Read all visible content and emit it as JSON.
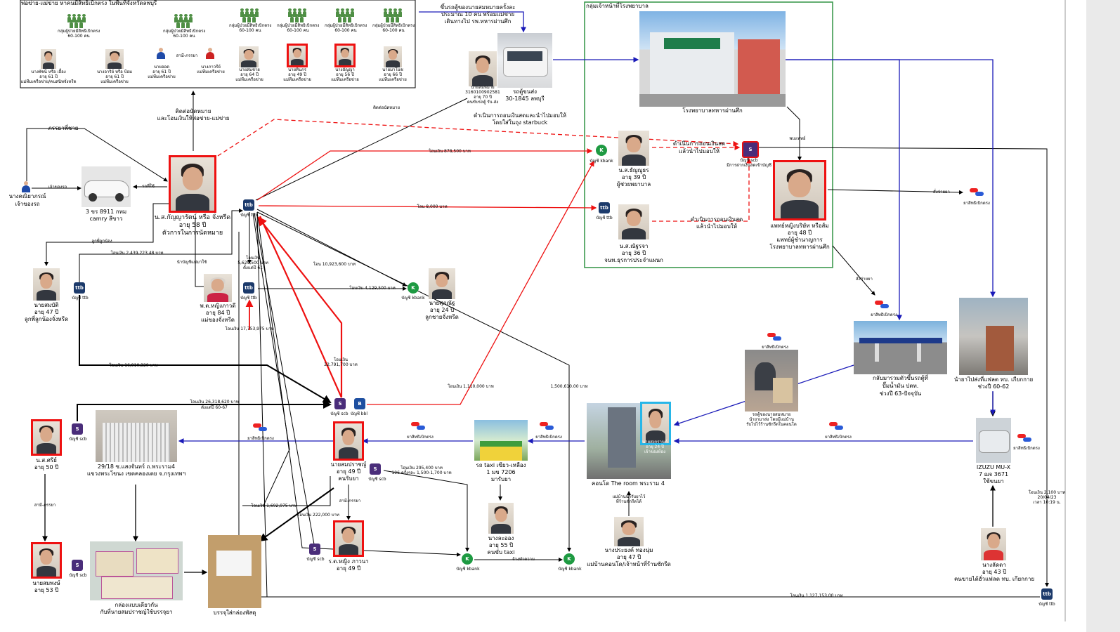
{
  "top_box": {
    "header": "พ่อข่าย-แม่ข่าย หาคนมีสิทธิเบิกตรง ในพื้นที่จังหวัดลพบุรี",
    "group_label": "กลุ่มผู้ป่วยมีสิทธิเบิกตรง",
    "group_count": "60-100 คน",
    "spouse_label": "สามี-ภรรยา",
    "persons": [
      {
        "name": "นางพัชนี หรือ เอื้อง",
        "age": "อายุ 61 ปี",
        "role": "แม่ทีมเครือข่าย/คนสนิทจั่งหรีด"
      },
      {
        "name": "นางอาริย์ หรือ ป้อม",
        "age": "อายุ 61 ปี",
        "role": "แม่ทีมเครือข่าย"
      },
      {
        "name": "นายออด",
        "age": "อายุ 61 ปี",
        "role": "แม่ทีมเครือข่าย"
      },
      {
        "name": "นางภาวรีย์",
        "age": "",
        "role": "แม่ทีมเครือข่าย"
      },
      {
        "name": "นายสมชาย",
        "age": "อายุ 64 ปี",
        "role": "แม่ทีมเครือข่าย"
      },
      {
        "name": "นายทินกร",
        "age": "อายุ 49 ปี",
        "role": "แม่ทีมเครือข่าย"
      },
      {
        "name": "นางอัญญา",
        "age": "อายุ 56 ปี",
        "role": "แม่ทีมเครือข่าย"
      },
      {
        "name": "นายมาโนช",
        "age": "อายุ 66 ปี",
        "role": "แม่ทีมเครือข่าย"
      }
    ]
  },
  "hospital_group": {
    "title": "กลุ่มเจ้าหน้าที่โรงพยาบาล",
    "hospital_caption": "โรงพยาบาลทหารผ่านศึก",
    "doctor_label": "พบแพทย์"
  },
  "nodes": {
    "main": {
      "name": "น.ส.กัญญารัตน์ หรือ จั่งหรีด",
      "age": "อายุ 58 ปี",
      "role": "ตัวการในการนัดหมาย"
    },
    "car": {
      "plate": "3 ขร 8911 กทม",
      "model": "camry สีขาว"
    },
    "owner": {
      "name": "นางคณิยาภรณ์",
      "role": "เจ้าของรถ"
    },
    "van_driver": {
      "name": "นายสมหมาย",
      "id": "3160100902581",
      "age": "อายุ 70 ปี",
      "role": "คนขับรถตู้ รับ-ส่ง"
    },
    "van": {
      "caption": "รถตู้ขนส่ง",
      "plate": "30-1845 ลพบุรี"
    },
    "thanyaporn": {
      "name": "น.ส.ธัญญูธร",
      "age": "อายุ 39 ปี",
      "role": "ผู้ช่วยพยาบาล"
    },
    "nunroja": {
      "name": "น.ส.ณัฐรจา",
      "age": "อายุ 36 ปี",
      "role": "จนท.ธุรการประจำแผนก"
    },
    "doctor": {
      "name": "แพทย์หญิงบริษัท หรือส้ม",
      "age": "อายุ 48 ปี",
      "role": "แพทย์ผู้ชำนาญการ",
      "place": "โรงพยาบาลทหารผ่านศึก"
    },
    "sombat": {
      "name": "นายสมบัติ",
      "age": "อายุ 47 ปี",
      "role": "ลูกพี่ลูกน้องจั่งหรีด"
    },
    "mother": {
      "name": "พ.ต.หญิงภาวดี",
      "age": "อายุ 84 ปี",
      "role": "แม่ของจั่งหรีด"
    },
    "son": {
      "name": "นายศุภณัฐ",
      "age": "อายุ 24 ปี",
      "role": "ลูกชายจั่งหรีด"
    },
    "sri": {
      "name": "น.ส.ศรีย์",
      "age": "อายุ 50 ปี"
    },
    "sompong": {
      "name": "นายสมพงษ์",
      "age": "อายุ 53 ปี"
    },
    "house": {
      "line1": "29/18 ซ.แสงจันทร์ ถ.พระราม4",
      "line2": "แขวงพระโขนง เขตคลองเตย จ.กรุงเทพฯ"
    },
    "somprasan": {
      "name": "นายสมปราชญ์",
      "age": "อายุ 49 ปี",
      "role": "คนรับยา"
    },
    "wife": {
      "name": "ร.ต.หญิง ภาวนา",
      "age": "อายุ 49 ปี"
    },
    "boxes": {
      "line1": "กล่องแบบเดียวกัน",
      "line2": "กับที่นายสมปราชญ์ใช้บรรจุยา"
    },
    "parcel": {
      "caption": "บรรจุใส่กล่องพัสดุ"
    },
    "taxi": {
      "line1": "รถ taxi เขียว-เหลือง",
      "line2": "1 มข 7206",
      "line3": "มารับยา"
    },
    "taxi_driver": {
      "name": "นางละออง",
      "age": "อายุ 55 ปี",
      "role": "คนขับ taxi"
    },
    "condo": {
      "caption": "คอนโด The room พระราม 4"
    },
    "condo_person": {
      "name": "นายสงกรานต์",
      "age": "อายุ 24 ปี",
      "role": "เจ้าของห้อง"
    },
    "manager": {
      "name": "นางประยงค์ ทองนุ่ม",
      "age": "อายุ 47 ปี",
      "role": "แม่บ้านคอนโด/เจ้าหน้าที่ร้านซักรีด"
    },
    "manager_note": {
      "line1": "แม่บ้านนำรับยาไว้",
      "line2": "ที่ร้านซักรีดได้"
    },
    "car_scene": {
      "line1": "รถตู้ของนายสมหมาย",
      "line2": "นำยามาส่ง โดยมีแม่บ้าน",
      "line3": "รับไปไว้ร้านซักรีดในคอนโด"
    },
    "gas": {
      "line1": "กลับมารวมตัวขึ้นรถตู้ที่",
      "line2": "ปั๊มน้ำมัน ปตท.",
      "line3": "ช่วงปี 63-ปัจจุบัน"
    },
    "flat": {
      "line1": "นำยาไปส่งที่แฟลต ทบ. เกียกกาย",
      "line2": "ช่วงปี 60-62"
    },
    "isuzu": {
      "line1": "IZUZU MU-X",
      "line2": "7 ฌจ 3671",
      "line3": "ใช้ขนยา"
    },
    "ladda": {
      "name": "นางลัดดา",
      "age": "อายุ 43 ปี",
      "role": "คนขายได้ฮั่วแฟลต ทบ. เกียกกาย"
    }
  },
  "banks": {
    "ttb": "บัญชี ttb",
    "scb": "บัญชี scb",
    "kbank": "บัญชี kbank",
    "bbl": "บัญชี bbl",
    "scb_note": "มีการฝากเงินสดเข้าบัญชี"
  },
  "drug_label": "ยาสิทธิเบิกตรง",
  "edges": {
    "top_note_line1": "ขึ้นรถตู้ของนายสมหมายครั้งละ",
    "top_note_line2": "ประมาณ 10 คน พร้อมแม่ข่าย",
    "top_note_line3": "เดินทางไป รพ.ทหารผ่านศึก",
    "contact_line1": "ติดต่อนัดหมาย",
    "contact_line2": "และโอนเงินให้พ่อข่าย-แม่ข่าย",
    "contact_short": "ติดต่อนัดหมาย",
    "withdraw_top_line1": "ดำเนินการถอนเงินสดและนำไปมอบให้",
    "withdraw_top_line2": "โดยใส่ในถุง starbuck",
    "withdraw_1_line1": "ดำเนินการถอนเงินสด",
    "withdraw_1_line2": "แล้วนำไปมอบให้",
    "withdraw_2_line1": "ดำเนินการถอนเงินสด",
    "withdraw_2_line2": "แล้วนำไปมอบให้",
    "spouse": "ภรรยาพี่ชาย",
    "owner": "เจ้าของรถ",
    "use_car": "รถที่ใช้",
    "cousin": "ลูกพี่ลูกน้อง",
    "use_account": "นำบัญชีแม่มาใช้",
    "t_878500": "โอนเงิน 878,500 บาท",
    "t_8000": "โอน 8,000 บาท",
    "t_2439223": "โอนเงิน 2,439,223.48 บาท",
    "t_5629500_1": "โอนเงิน",
    "t_5629500_2": "5,629,500 บาท",
    "t_5629500_3": "ตั้งแต่ปี 61",
    "t_10923600": "โอน 10,923,600 บาท",
    "t_4129500": "โอนเงิน 4,129,500 บาท",
    "t_17753975": "โอนเงิน 17,753,975 บาท",
    "t_22791700_1": "โอนเงิน",
    "t_22791700_2": "22,791,700 บาท",
    "t_16910320": "โอนเงิน 16,910,320 บาท",
    "t_26318620_1": "โอนเงิน 26,318,620 บาท",
    "t_26318620_2": "ตั้งแต่ปี 60-67",
    "t_1110000": "โอนเงิน 1,110,000 บาท",
    "t_1500610": "1,500,610.00 บาท",
    "t_295400_1": "โอนเงิน 295,400 บาท",
    "t_295400_2": "196 ครั้งๆละ 1,500-1,700 บาท",
    "t_1692975": "โอนเงิน 1,692,975 บาท",
    "t_222000": "โอนเงิน 222,000 บาท",
    "t_1127153": "โอนเงิน 1,127,153.00 บาท",
    "t_2100_1": "โอนเงิน 2,100 บาท",
    "t_2100_2": "20/04/23",
    "t_2100_3": "เวลา 10:19 น.",
    "spouse2": "สามี-ภรรยา",
    "spouse3": "สามี-ภรรยา",
    "spouse4": "สามี-ภรรยา",
    "order1": "สั่งจ่ายยา",
    "order2": "สั่งจ่ายยา",
    "hire": "จ้างทำความ"
  }
}
